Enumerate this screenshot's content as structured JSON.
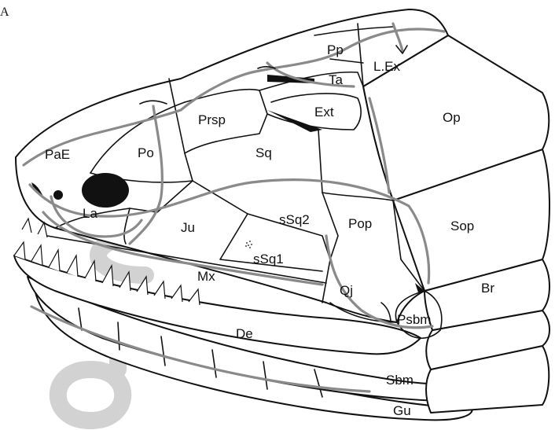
{
  "figure": {
    "panel_letter": "A",
    "labels": {
      "pp": "Pp",
      "lex": "L.Ex",
      "ta": "Ta",
      "ext": "Ext",
      "op": "Op",
      "prsp": "Prsp",
      "pae": "PaE",
      "po": "Po",
      "sq": "Sq",
      "la": "La",
      "ju": "Ju",
      "ssq2": "sSq2",
      "pop": "Pop",
      "sop": "Sop",
      "ssq1": "sSq1",
      "mx": "Mx",
      "qj": "Qj",
      "br": "Br",
      "psbm": "Psbm",
      "de": "De",
      "sbm": "Sbm",
      "gu": "Gu"
    },
    "colors": {
      "outline": "#111111",
      "canal": "#8a8a8a",
      "watermark": "#d2d2d2"
    }
  }
}
